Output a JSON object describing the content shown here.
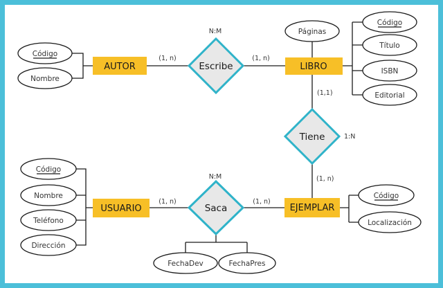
{
  "colors": {
    "frame": "#4cbfd9",
    "entity_fill": "#f7bf27",
    "relationship_fill": "#e8e8e8",
    "relationship_border": "#2fb3c9"
  },
  "entities": {
    "autor": "AUTOR",
    "libro": "LIBRO",
    "usuario": "USUARIO",
    "ejemplar": "EJEMPLAR"
  },
  "relationships": {
    "escribe": {
      "label": "Escribe",
      "type": "N:M"
    },
    "tiene": {
      "label": "Tiene",
      "type": "1:N"
    },
    "saca": {
      "label": "Saca",
      "type": "N:M"
    }
  },
  "attributes": {
    "autor": {
      "codigo": "Código",
      "nombre": "Nombre"
    },
    "libro": {
      "paginas": "Páginas",
      "codigo": "Código",
      "titulo": "Título",
      "isbn": "ISBN",
      "editorial": "Editorial"
    },
    "usuario": {
      "codigo": "Código",
      "nombre": "Nombre",
      "telefono": "Teléfono",
      "direccion": "Dirección"
    },
    "ejemplar": {
      "codigo": "Código",
      "localizacion": "Localización"
    },
    "saca": {
      "fechadev": "FechaDev",
      "fechapres": "FechaPres"
    }
  },
  "cardinalities": {
    "autor_escribe": "(1, n)",
    "escribe_libro": "(1, n)",
    "libro_tiene": "(1,1)",
    "tiene_ejemplar": "(1, n)",
    "usuario_saca": "(1, n)",
    "saca_ejemplar": "(1, n)"
  }
}
